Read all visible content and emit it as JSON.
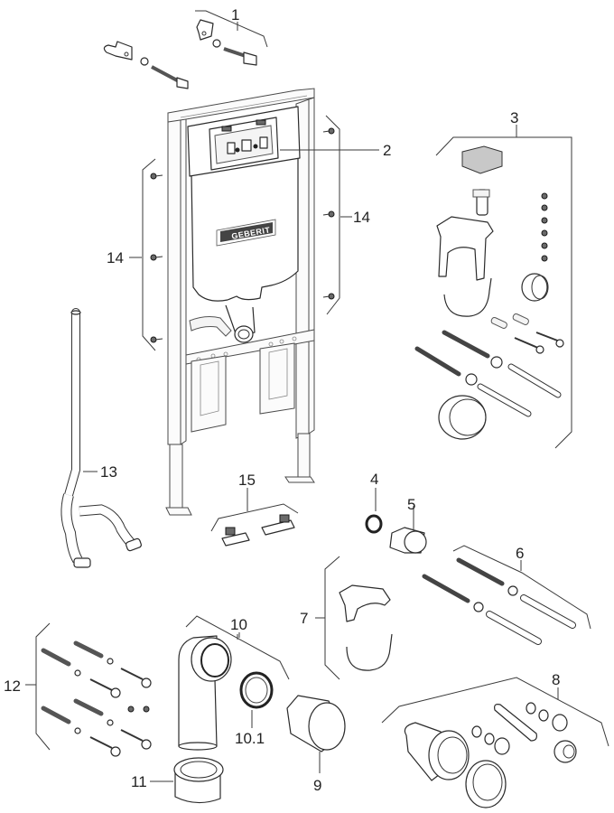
{
  "diagram": {
    "type": "exploded-parts-diagram",
    "subject": "Installation frame with concealed cistern and accessory kits",
    "brand_logo_text": "GEBERIT",
    "callouts": [
      {
        "id": "1",
        "label": "1",
        "description": "Wall anchor brackets with threaded rods and clips"
      },
      {
        "id": "2",
        "label": "2",
        "description": "Actuator plate mounting frame"
      },
      {
        "id": "3",
        "label": "3",
        "description": "Accessory kit: filter block, valve, pipe clamp, screws, plugs, rods, sleeve"
      },
      {
        "id": "4",
        "label": "4",
        "description": "Sealing ring"
      },
      {
        "id": "5",
        "label": "5",
        "description": "Connector sleeve"
      },
      {
        "id": "6",
        "label": "6",
        "description": "Threaded rods with nuts and sleeves"
      },
      {
        "id": "7",
        "label": "7",
        "description": "Pipe clamp set"
      },
      {
        "id": "8",
        "label": "8",
        "description": "Connection set with washers, caps and sleeve"
      },
      {
        "id": "9",
        "label": "9",
        "description": "Reducer connector"
      },
      {
        "id": "10",
        "label": "10",
        "description": "Bend connector"
      },
      {
        "id": "10.1",
        "label": "10.1",
        "description": "Seal for bend connector"
      },
      {
        "id": "11",
        "label": "11",
        "description": "Pipe adapter"
      },
      {
        "id": "12",
        "label": "12",
        "description": "Fixing set: wall plugs, washers, screws"
      },
      {
        "id": "13",
        "label": "13",
        "description": "Supply hose assembly"
      },
      {
        "id": "14",
        "label": "14",
        "description": "Frame fixing screws"
      },
      {
        "id": "14b",
        "label": "14",
        "description": "Frame fixing screws"
      },
      {
        "id": "15",
        "label": "15",
        "description": "Feet cover plates"
      }
    ]
  }
}
